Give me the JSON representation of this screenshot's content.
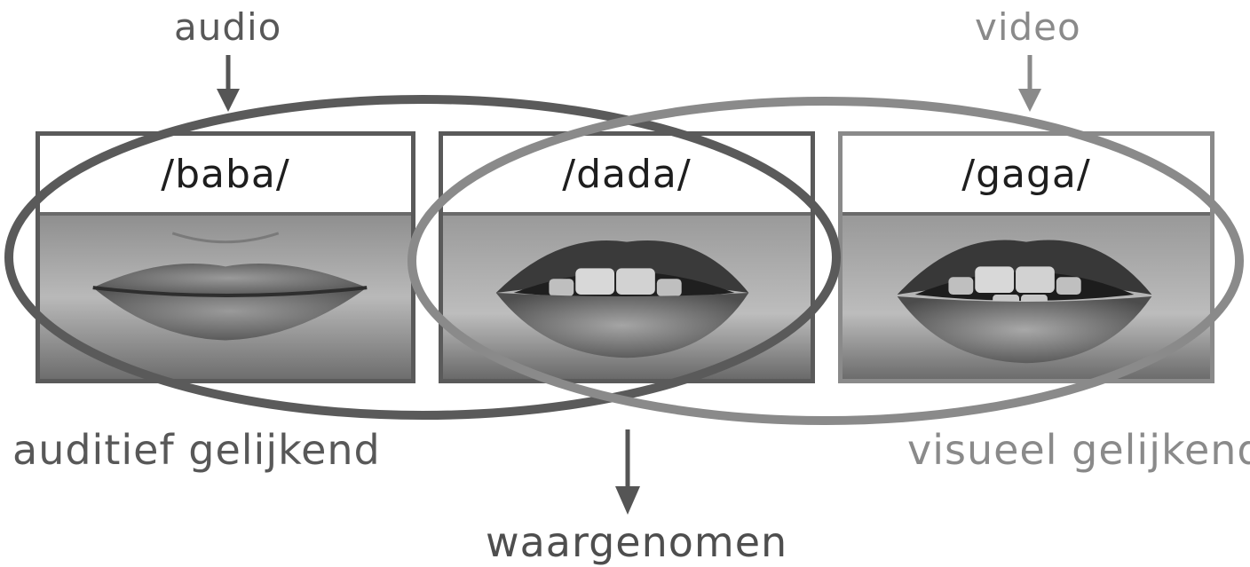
{
  "labels": {
    "audio": "audio",
    "video": "video",
    "auditory_similar": "auditief gelijkend",
    "visual_similar": "visueel gelijkend",
    "perceived": "waargenomen"
  },
  "panels": [
    {
      "syllable": "/baba/",
      "mouth": "closed-lips"
    },
    {
      "syllable": "/dada/",
      "mouth": "open-teeth"
    },
    {
      "syllable": "/gaga/",
      "mouth": "open-teeth"
    }
  ],
  "colors": {
    "dark_gray": "#5a5a5a",
    "light_gray": "#8a8a8a",
    "text": "#1e1e1e"
  }
}
